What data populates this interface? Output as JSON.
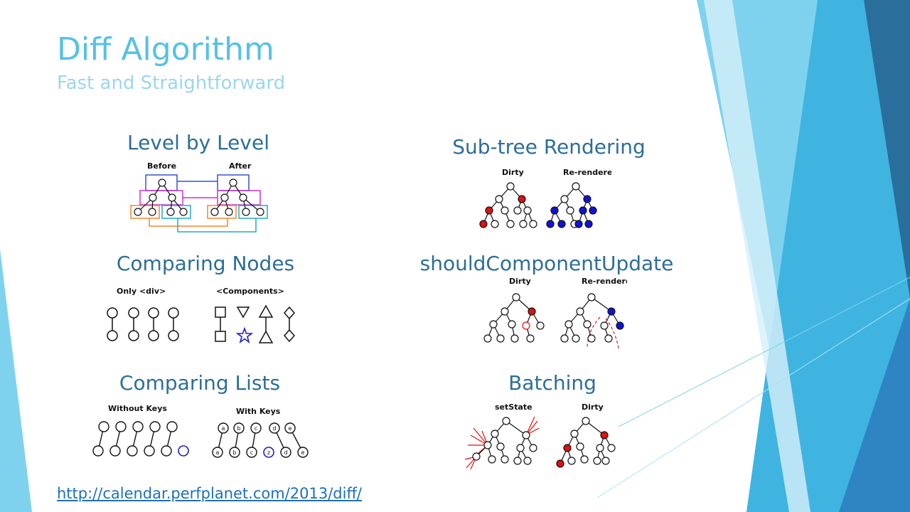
{
  "slide": {
    "title": "Diff Algorithm",
    "subtitle": "Fast and Straightforward",
    "link": "http://calendar.perfplanet.com/2013/diff/"
  },
  "sections": {
    "level_by_level": {
      "heading": "Level by Level",
      "labels": [
        "Before",
        "After"
      ]
    },
    "subtree_rendering": {
      "heading": "Sub-tree Rendering",
      "labels": [
        "Dirty",
        "Re-rendered"
      ]
    },
    "comparing_nodes": {
      "heading": "Comparing Nodes",
      "labels": [
        "Only <div>",
        "<Components>"
      ]
    },
    "should_component_update": {
      "heading": "shouldComponentUpdate",
      "labels": [
        "Dirty",
        "Re-rendered"
      ]
    },
    "comparing_lists": {
      "heading": "Comparing Lists",
      "labels": [
        "Without Keys",
        "With Keys"
      ],
      "key_top": [
        "a",
        "b",
        "c",
        "d",
        "e"
      ],
      "key_bottom": [
        "a",
        "b",
        "c",
        "z",
        "d",
        "e"
      ]
    },
    "batching": {
      "heading": "Batching",
      "labels": [
        "setState",
        "Dirty"
      ]
    }
  },
  "colors": {
    "title": "#56c1e4",
    "heading": "#2c6e98",
    "dirty_node": "#e01010",
    "rendered_node": "#1010e0",
    "inserted_node": "#2020c0"
  }
}
